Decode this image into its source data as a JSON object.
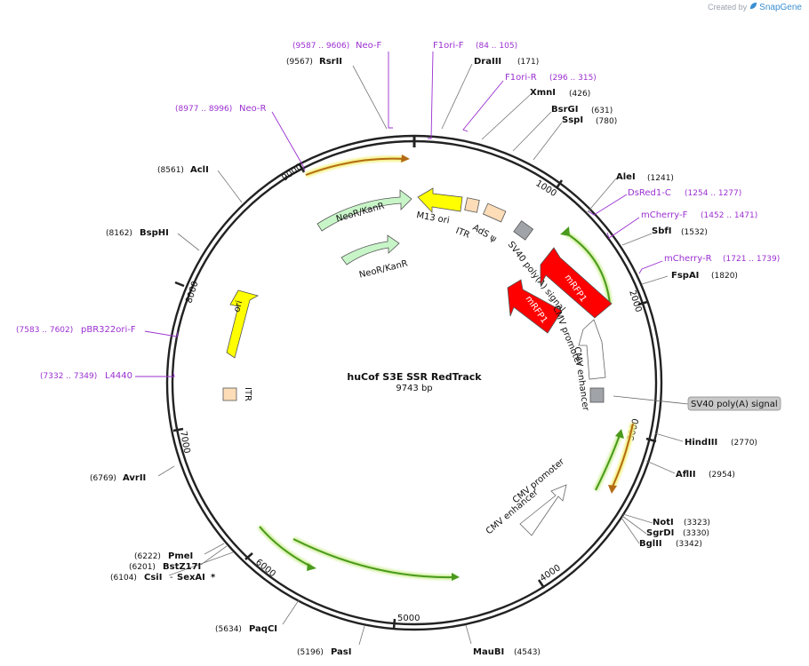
{
  "credit": {
    "prefix": "Created by",
    "brand": "SnapGene"
  },
  "plasmid": {
    "name": "huCof S3E SSR RedTrack",
    "length": "9743 bp"
  },
  "ticks": [
    "1000",
    "2000",
    "3000",
    "4000",
    "5000",
    "6000",
    "7000",
    "8000",
    "9000"
  ],
  "sites": [
    {
      "name": "RsrII",
      "pos": "(9567)"
    },
    {
      "name": "DraIII",
      "pos": "(171)"
    },
    {
      "name": "XmnI",
      "pos": "(426)"
    },
    {
      "name": "BsrGI",
      "pos": "(631)"
    },
    {
      "name": "SspI",
      "pos": "(780)"
    },
    {
      "name": "AleI",
      "pos": "(1241)"
    },
    {
      "name": "SbfI",
      "pos": "(1532)"
    },
    {
      "name": "FspAI",
      "pos": "(1820)"
    },
    {
      "name": "HindIII",
      "pos": "(2770)"
    },
    {
      "name": "AflII",
      "pos": "(2954)"
    },
    {
      "name": "NotI",
      "pos": "(3323)"
    },
    {
      "name": "SgrDI",
      "pos": "(3330)"
    },
    {
      "name": "BglII",
      "pos": "(3342)"
    },
    {
      "name": "MauBI",
      "pos": "(4543)"
    },
    {
      "name": "PasI",
      "pos": "(5196)"
    },
    {
      "name": "PaqCI",
      "pos": "(5634)"
    },
    {
      "name": "PmeI",
      "pos": "(6222)"
    },
    {
      "name": "BstZ17I",
      "pos": "(6201)"
    },
    {
      "name": "CsiI",
      "pos": "(6104)"
    },
    {
      "name": "SexAI",
      "pos": ""
    },
    {
      "name": "AvrII",
      "pos": "(6769)"
    },
    {
      "name": "BspHI",
      "pos": "(8162)"
    },
    {
      "name": "AclI",
      "pos": "(8561)"
    }
  ],
  "sexai_extra": {
    "dash": "-",
    "star": "*"
  },
  "primers": [
    {
      "name": "Neo-F",
      "range": "(9587 .. 9606)"
    },
    {
      "name": "F1ori-F",
      "range": "(84 .. 105)"
    },
    {
      "name": "F1ori-R",
      "range": "(296 .. 315)"
    },
    {
      "name": "Neo-R",
      "range": "(8977 .. 8996)"
    },
    {
      "name": "DsRed1-C",
      "range": "(1254 .. 1277)"
    },
    {
      "name": "mCherry-F",
      "range": "(1452 .. 1471)"
    },
    {
      "name": "mCherry-R",
      "range": "(1721 .. 1739)"
    },
    {
      "name": "pBR322ori-F",
      "range": "(7583 .. 7602)"
    },
    {
      "name": "L4440",
      "range": "(7332 .. 7349)"
    }
  ],
  "features": {
    "neo_outer": "NeoR/KanR",
    "neo_inner": "NeoR/KanR",
    "m13_ori": "M13 ori",
    "itr_top": "ITR",
    "ads_psi": "AdS ψ",
    "sv40_top": "SV40 poly(A) signal",
    "mrfp_outer": "mRFP1",
    "mrfp_inner": "mRFP1",
    "cmv_prom_top": "CMV promoter",
    "cmv_enh_top": "CMV enhancer",
    "sv40_callout": "SV40 poly(A) signal",
    "cmv_prom_bottom": "CMV promoter",
    "cmv_enh_bottom": "CMV enhancer",
    "ori": "ori",
    "itr_left": "ITR"
  },
  "colors": {
    "primer": "#9b30d0",
    "neo": "#c8f5c8",
    "yellow": "#ffff00",
    "itr": "#fddcb8",
    "sv40": "#a0a4a8",
    "mrfp": "#ff0000",
    "green_line": "#4a9a1c",
    "orange_line": "#b36b14"
  }
}
